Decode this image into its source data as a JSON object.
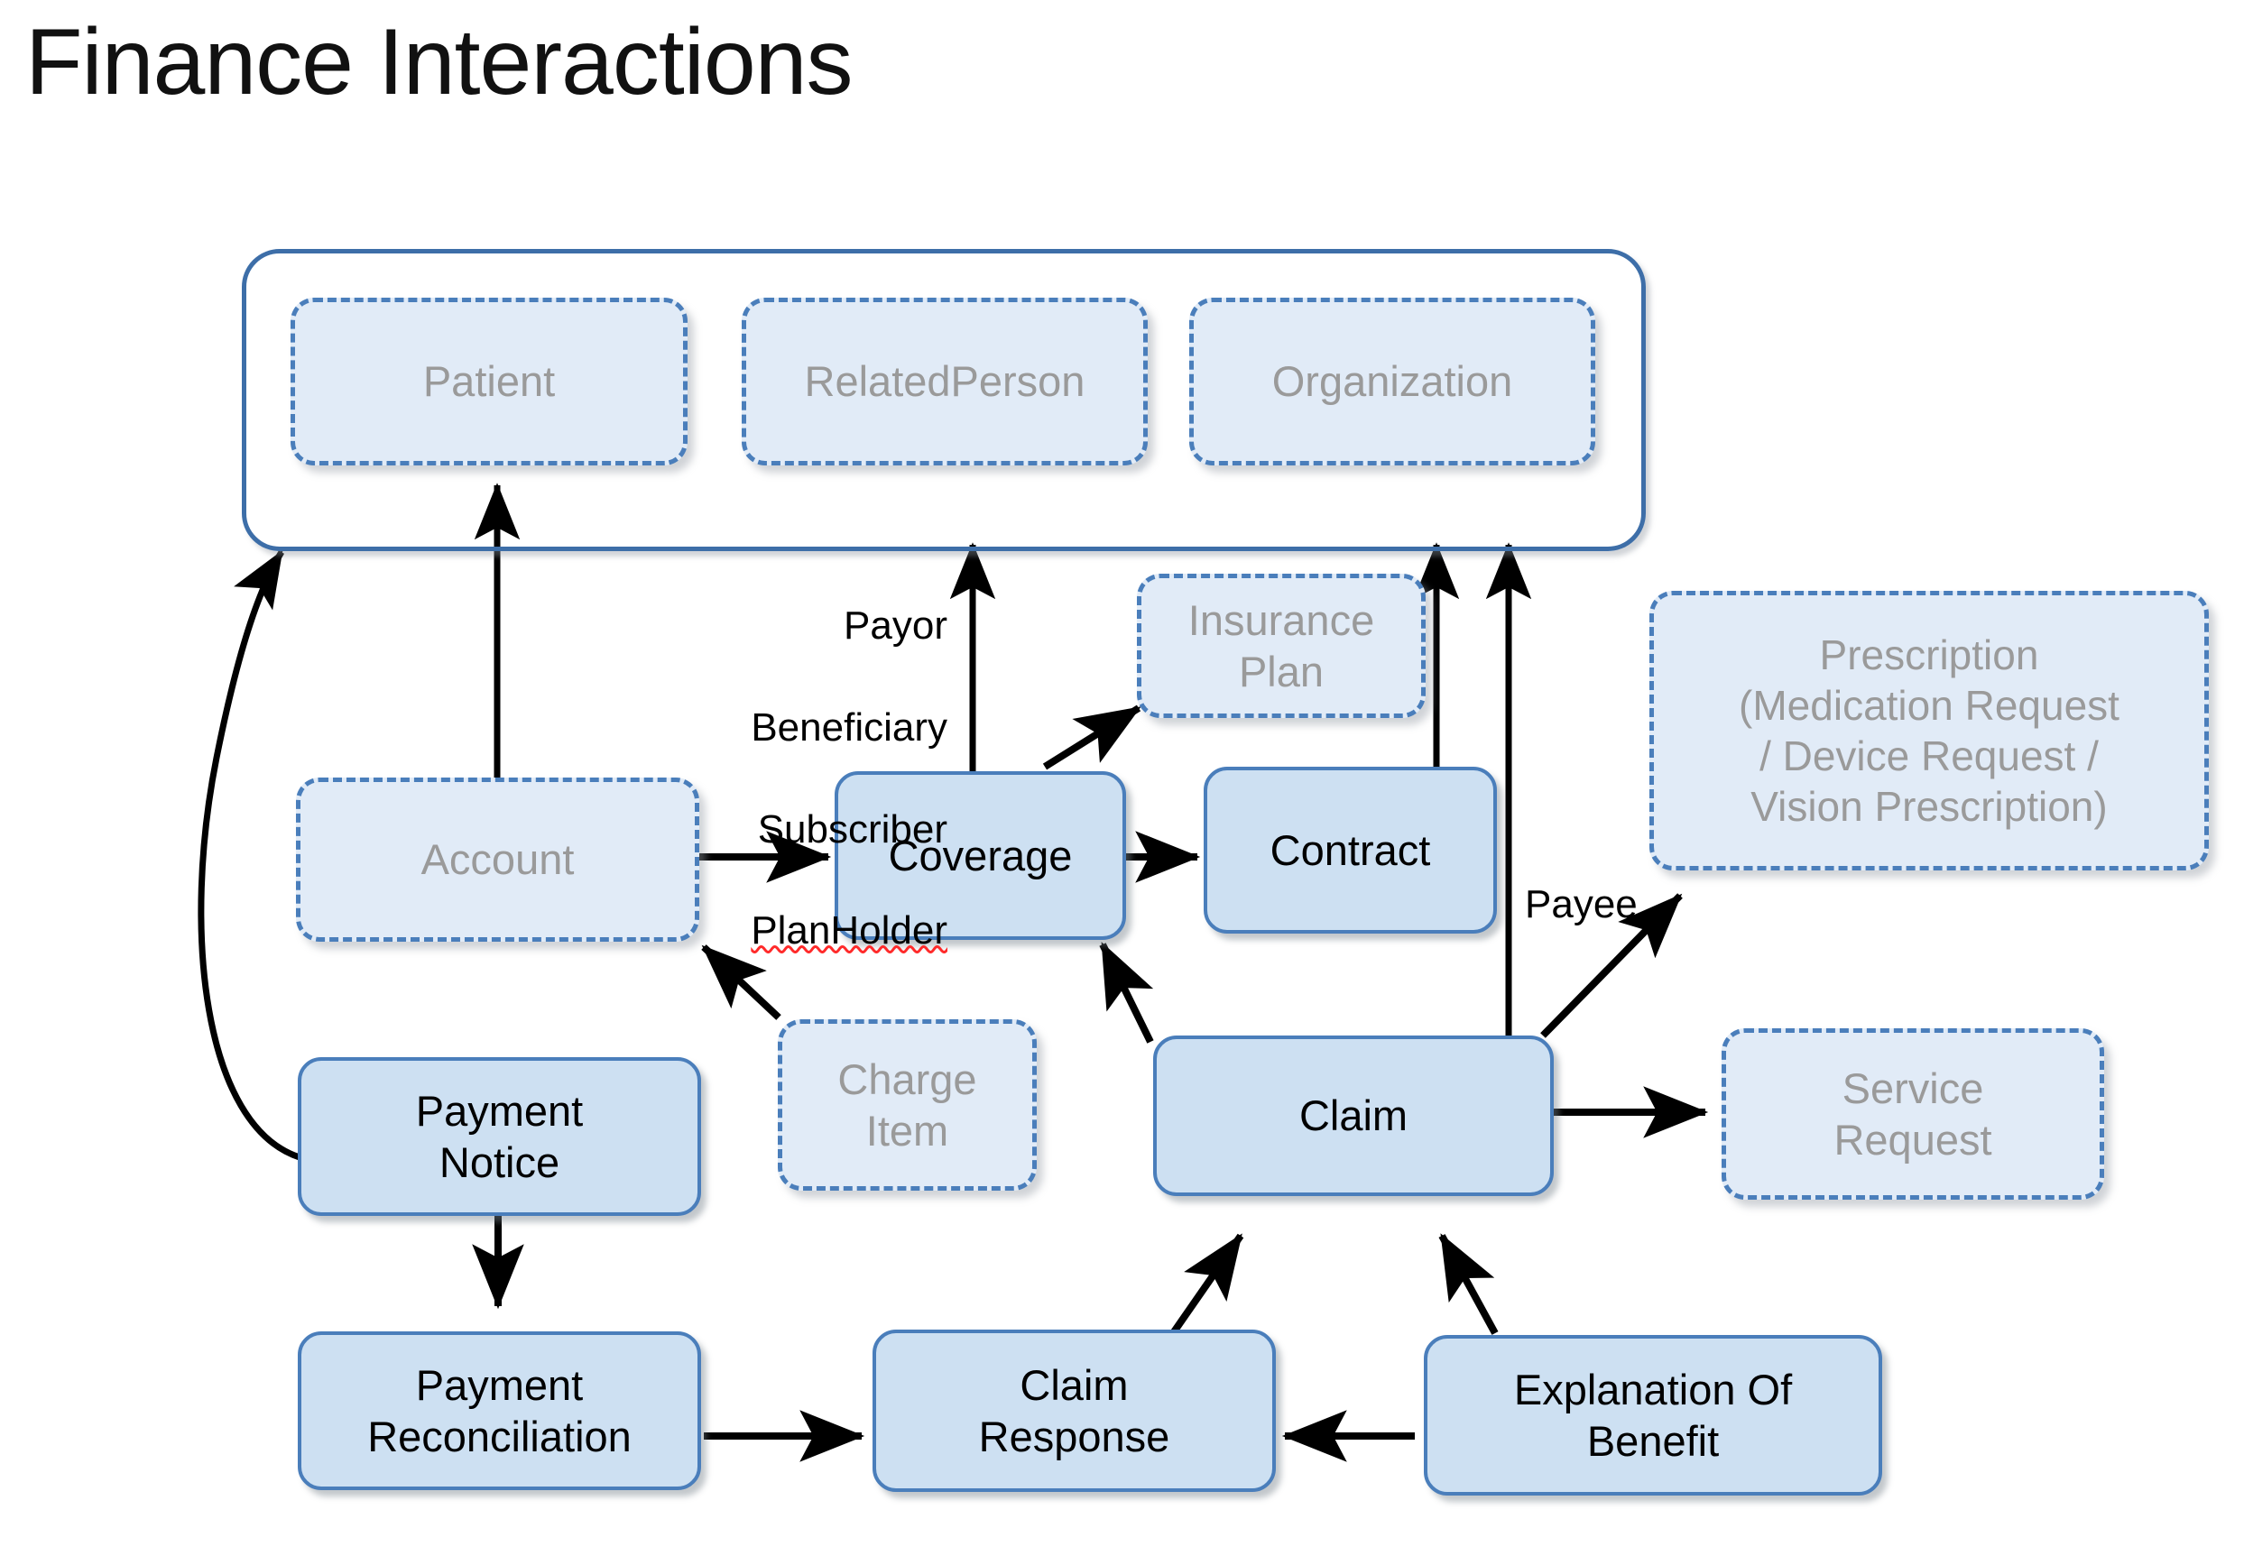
{
  "title": "Finance Interactions",
  "actor_group": {
    "name": "actor-container",
    "members": [
      {
        "id": "patient",
        "label": "Patient",
        "style": "dashed"
      },
      {
        "id": "relatedperson",
        "label": "RelatedPerson",
        "style": "dashed"
      },
      {
        "id": "organization",
        "label": "Organization",
        "style": "dashed"
      }
    ]
  },
  "nodes": [
    {
      "id": "account",
      "label": "Account",
      "style": "dashed"
    },
    {
      "id": "coverage",
      "label": "Coverage",
      "style": "solid"
    },
    {
      "id": "insuranceplan",
      "label": "Insurance\nPlan",
      "style": "dashed"
    },
    {
      "id": "contract",
      "label": "Contract",
      "style": "solid"
    },
    {
      "id": "prescription",
      "label": "Prescription\n(Medication Request\n/ Device Request /\nVision Prescription)",
      "style": "dashed"
    },
    {
      "id": "chargeitem",
      "label": "Charge\nItem",
      "style": "dashed"
    },
    {
      "id": "claim",
      "label": "Claim",
      "style": "solid"
    },
    {
      "id": "servicerequest",
      "label": "Service\nRequest",
      "style": "dashed"
    },
    {
      "id": "paymentnotice",
      "label": "Payment\nNotice",
      "style": "solid"
    },
    {
      "id": "paymentreconciliation",
      "label": "Payment\nReconciliation",
      "style": "solid"
    },
    {
      "id": "claimresponse",
      "label": "Claim\nResponse",
      "style": "solid"
    },
    {
      "id": "explanationofbenefit",
      "label": "Explanation Of\nBenefit",
      "style": "solid"
    }
  ],
  "edge_labels": {
    "coverage_to_actors": "Payor\nBeneficiary\nSubscriber\nPlanHolder",
    "coverage_to_actors_lines": [
      "Payor",
      "Beneficiary",
      "Subscriber",
      "PlanHolder"
    ],
    "claim_payee": "Payee"
  },
  "edges": [
    {
      "from": "account",
      "to": "patient",
      "label": ""
    },
    {
      "from": "coverage",
      "to": "organization",
      "label": "Payor Beneficiary Subscriber PlanHolder"
    },
    {
      "from": "coverage",
      "to": "insuranceplan",
      "label": ""
    },
    {
      "from": "account",
      "to": "coverage",
      "label": ""
    },
    {
      "from": "coverage",
      "to": "contract",
      "label": ""
    },
    {
      "from": "contract",
      "to": "organization",
      "label": ""
    },
    {
      "from": "claim",
      "to": "organization",
      "label": ""
    },
    {
      "from": "claim",
      "to": "prescription",
      "label": "Payee"
    },
    {
      "from": "claim",
      "to": "servicerequest",
      "label": ""
    },
    {
      "from": "claim",
      "to": "coverage",
      "label": ""
    },
    {
      "from": "chargeitem",
      "to": "account",
      "label": ""
    },
    {
      "from": "paymentnotice",
      "to": "patient",
      "label": ""
    },
    {
      "from": "paymentnotice",
      "to": "paymentreconciliation",
      "label": ""
    },
    {
      "from": "paymentreconciliation",
      "to": "claimresponse",
      "label": ""
    },
    {
      "from": "claimresponse",
      "to": "claim",
      "label": ""
    },
    {
      "from": "explanationofbenefit",
      "to": "claimresponse",
      "label": ""
    },
    {
      "from": "explanationofbenefit",
      "to": "claim",
      "label": ""
    }
  ],
  "colors": {
    "solid_fill": "#cde0f2",
    "dashed_fill": "#e1ebf7",
    "border_blue": "#4a7ebb",
    "container_border": "#3d6ea8",
    "dashed_text": "#9a9a9a",
    "solid_text": "#000000",
    "arrow": "#000000",
    "background": "#ffffff"
  }
}
